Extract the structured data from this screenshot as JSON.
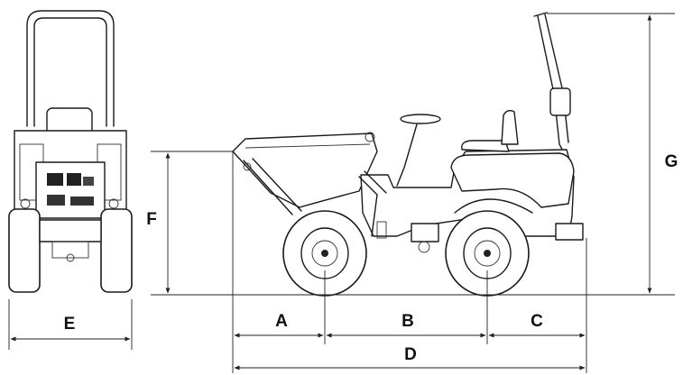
{
  "diagram": {
    "labels": {
      "A": "A",
      "B": "B",
      "C": "C",
      "D": "D",
      "E": "E",
      "F": "F",
      "G": "G"
    }
  }
}
